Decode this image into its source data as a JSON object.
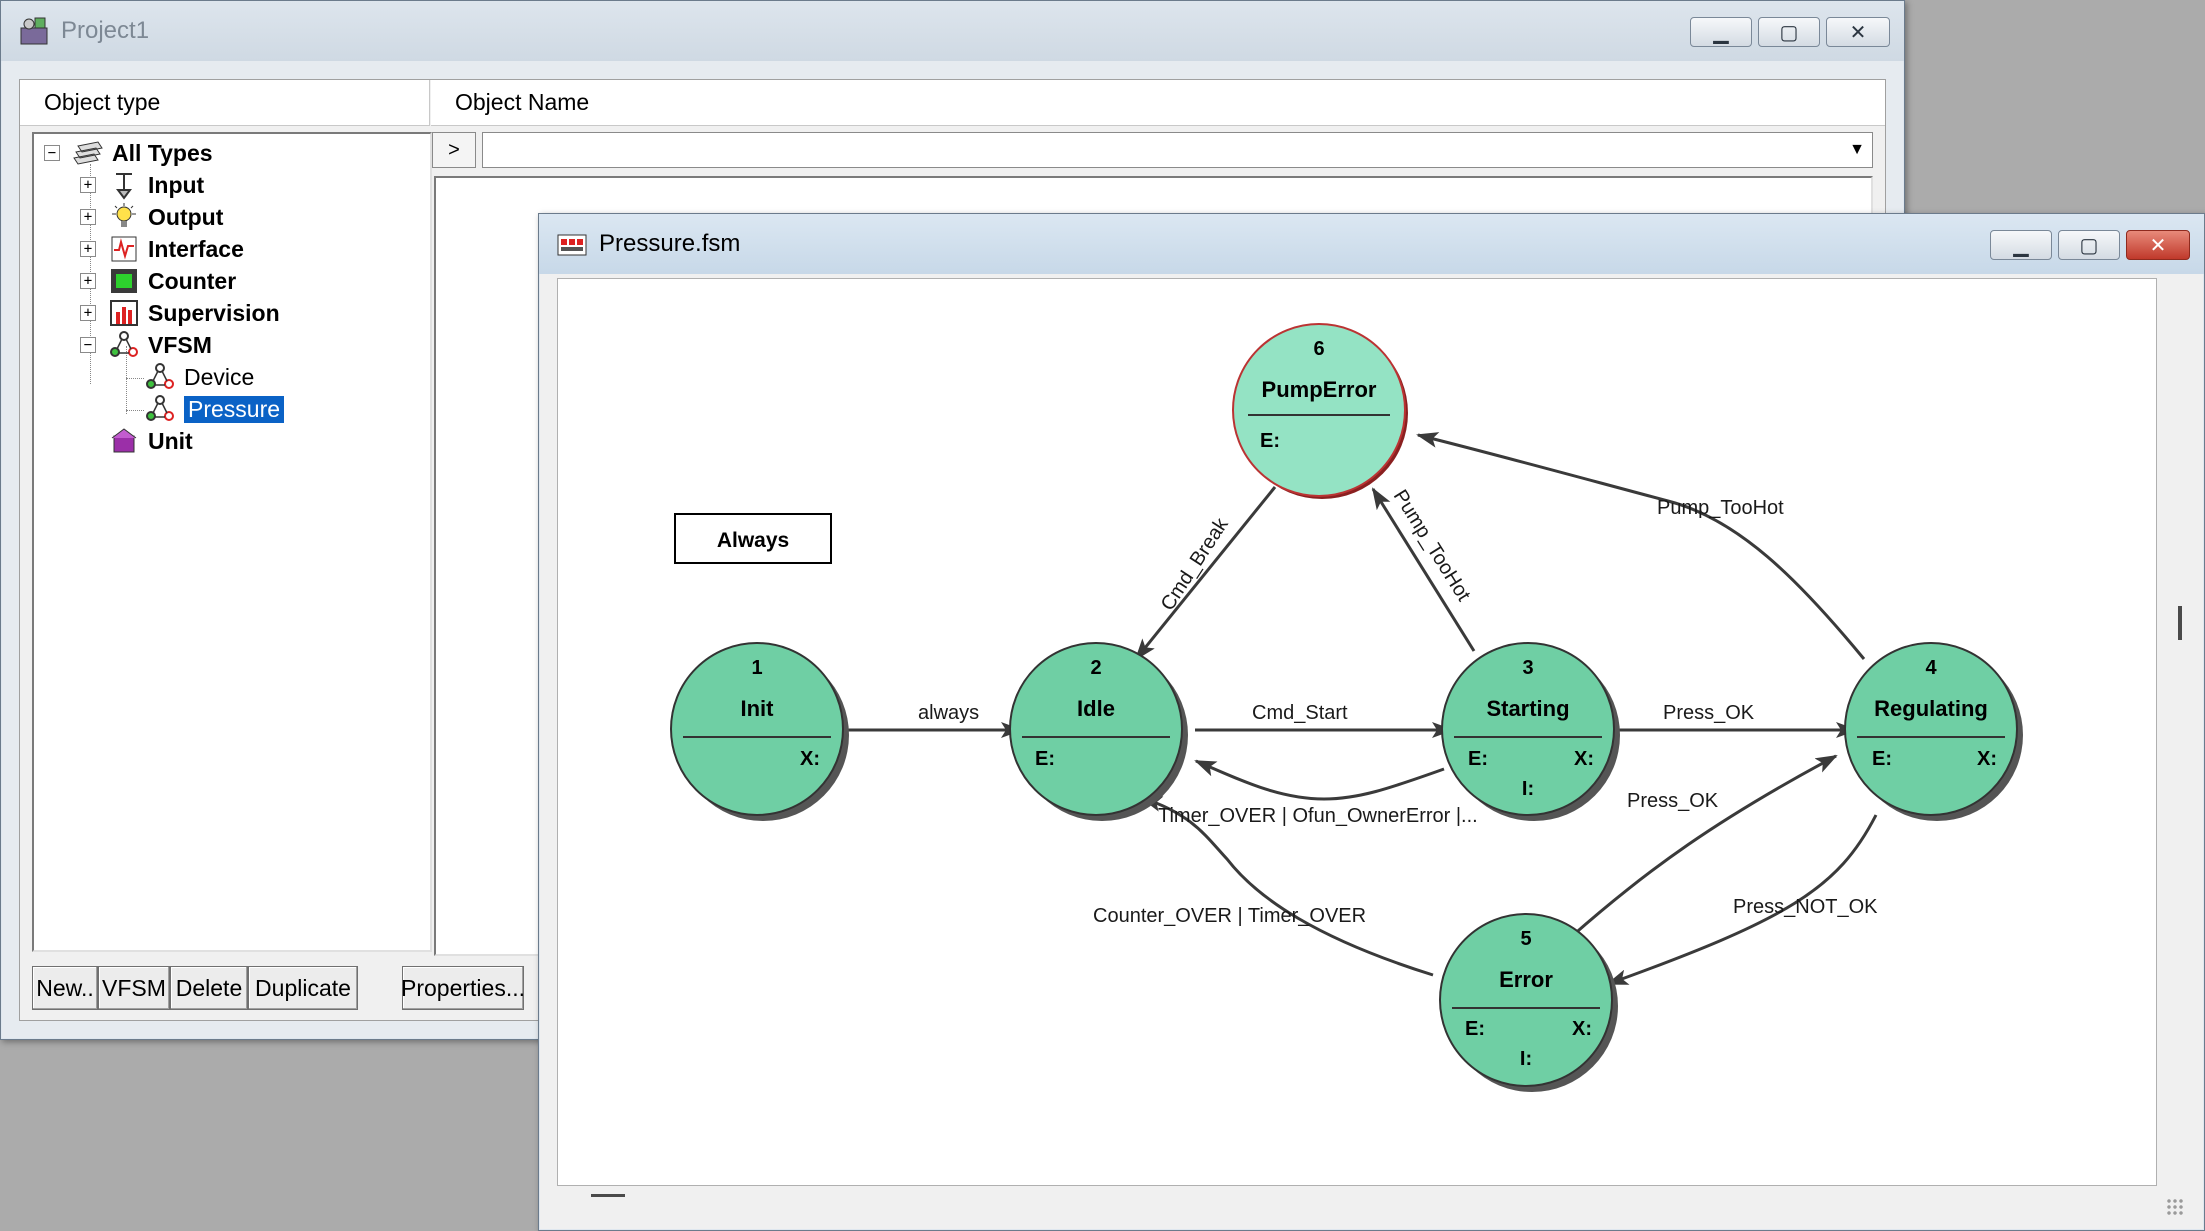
{
  "project_window": {
    "title": "Project1",
    "columns": {
      "type": "Object type",
      "name": "Object Name"
    },
    "nav_button": ">",
    "object_combo_value": "",
    "tree": [
      {
        "label": "All Types",
        "bold": true,
        "expander": "−"
      },
      {
        "label": "Input",
        "bold": true,
        "expander": "+"
      },
      {
        "label": "Output",
        "bold": true,
        "expander": "+"
      },
      {
        "label": "Interface",
        "bold": true,
        "expander": "+"
      },
      {
        "label": "Counter",
        "bold": true,
        "expander": "+"
      },
      {
        "label": "Supervision",
        "bold": true,
        "expander": "+"
      },
      {
        "label": "VFSM",
        "bold": true,
        "expander": "−"
      },
      {
        "label": "Device",
        "bold": false
      },
      {
        "label": "Pressure",
        "bold": false,
        "selected": true
      },
      {
        "label": "Unit",
        "bold": true
      }
    ],
    "buttons": {
      "new": "New..",
      "vfsm": "VFSM",
      "delete": "Delete",
      "duplicate": "Duplicate",
      "properties": "Properties..."
    }
  },
  "fsm_window": {
    "title": "Pressure.fsm",
    "always_box": "Always",
    "states": [
      {
        "id": "1",
        "name": "Init",
        "entry": "",
        "exit": "X:",
        "input": ""
      },
      {
        "id": "2",
        "name": "Idle",
        "entry": "E:",
        "exit": "",
        "input": ""
      },
      {
        "id": "3",
        "name": "Starting",
        "entry": "E:",
        "exit": "X:",
        "input": "I:"
      },
      {
        "id": "4",
        "name": "Regulating",
        "entry": "E:",
        "exit": "X:",
        "input": ""
      },
      {
        "id": "5",
        "name": "Error",
        "entry": "E:",
        "exit": "X:",
        "input": "I:"
      },
      {
        "id": "6",
        "name": "PumpError",
        "entry": "E:",
        "exit": "",
        "input": ""
      }
    ],
    "transitions": {
      "init_idle": "always",
      "idle_starting": "Cmd_Start",
      "starting_idle": "Timer_OVER | Ofun_OwnerError |...",
      "idle_pumperror": "Cmd_Break",
      "starting_pumperror": "Pump_TooHot",
      "regulating_pumperror": "Pump_TooHot",
      "starting_regulating": "Press_OK",
      "error_regulating": "Press_OK",
      "regulating_error": "Press_NOT_OK",
      "error_idle": "Counter_OVER | Timer_OVER"
    }
  },
  "colors": {
    "state_fill": "#6fcfa4",
    "pumperror_fill": "#94e3c4",
    "selection": "#0a62c6"
  }
}
